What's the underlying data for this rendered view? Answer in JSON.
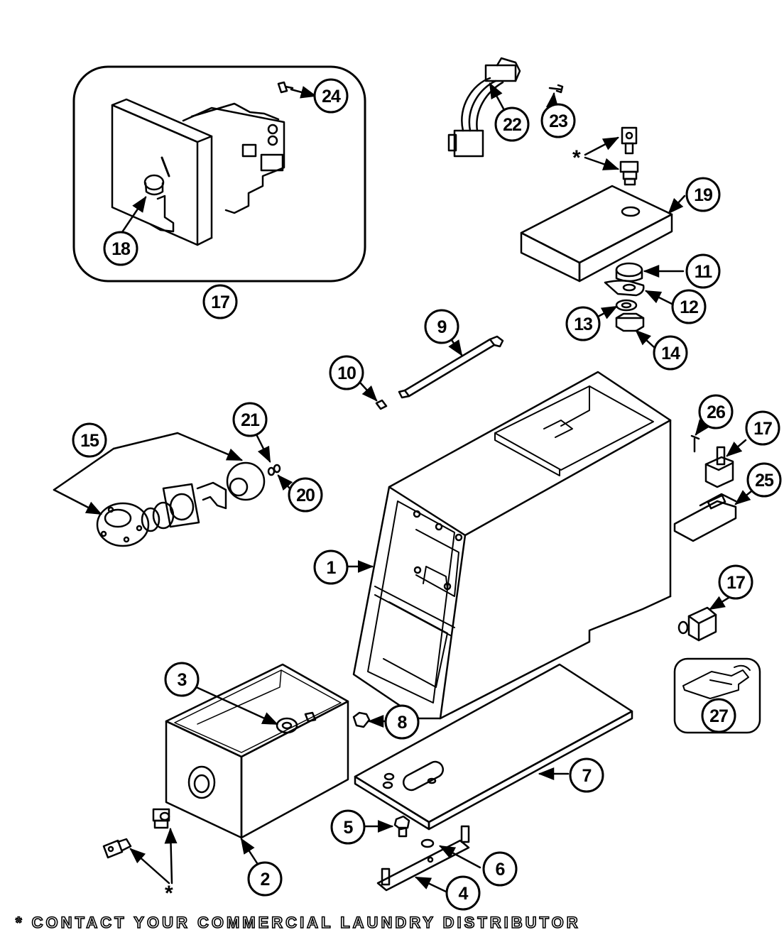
{
  "callouts": {
    "c1": "1",
    "c2": "2",
    "c3": "3",
    "c4": "4",
    "c5": "5",
    "c6": "6",
    "c7": "7",
    "c8": "8",
    "c9": "9",
    "c10": "10",
    "c11": "11",
    "c12": "12",
    "c13": "13",
    "c14": "14",
    "c15": "15",
    "c17a": "17",
    "c17b": "17",
    "c17c": "17",
    "c18": "18",
    "c19": "19",
    "c20": "20",
    "c21": "21",
    "c22": "22",
    "c23": "23",
    "c24": "24",
    "c25": "25",
    "c26": "26",
    "c27": "27"
  },
  "contact_marker": "*",
  "footnote": "* CONTACT YOUR COMMERCIAL LAUNDRY DISTRIBUTOR"
}
